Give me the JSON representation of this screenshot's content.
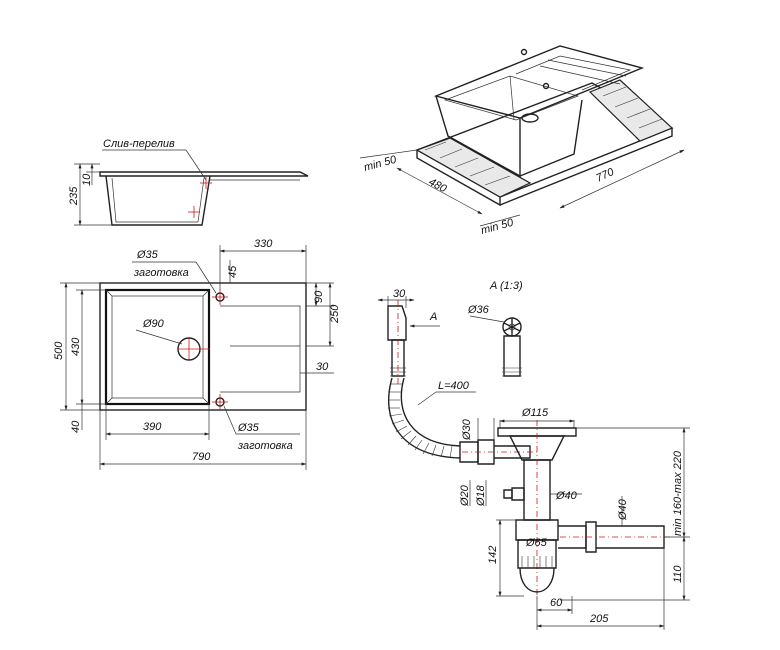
{
  "labels": {
    "drain_overflow": "Слив-перелив",
    "blank_top": "заготовка",
    "blank_bottom": "заготовка",
    "view_a": "A (1:3)",
    "arrow_a": "A",
    "hose_length": "L=400"
  },
  "side_view": {
    "d10": "10",
    "d235": "235"
  },
  "plan_view": {
    "d35_top": "Ø35",
    "d330": "330",
    "d45": "45",
    "d90_right": "90",
    "d250": "250",
    "d90_bowl": "Ø90",
    "d30": "30",
    "d500": "500",
    "d430": "430",
    "d40": "40",
    "d390": "390",
    "d35_bottom": "Ø35",
    "d790": "790"
  },
  "iso_view": {
    "min50_left": "min 50",
    "d480": "480",
    "d770": "770",
    "min50_right": "min 50"
  },
  "siphon": {
    "d30_top": "30",
    "d36": "Ø36",
    "d115": "Ø115",
    "d30_side": "Ø30",
    "d20": "Ø20",
    "d18": "Ø18",
    "d40_mid": "Ø40",
    "d40_right": "Ø40",
    "d65": "Ø65",
    "d142": "142",
    "height_range": "min 160-max 220",
    "d110": "110",
    "d60": "60",
    "d205": "205"
  }
}
